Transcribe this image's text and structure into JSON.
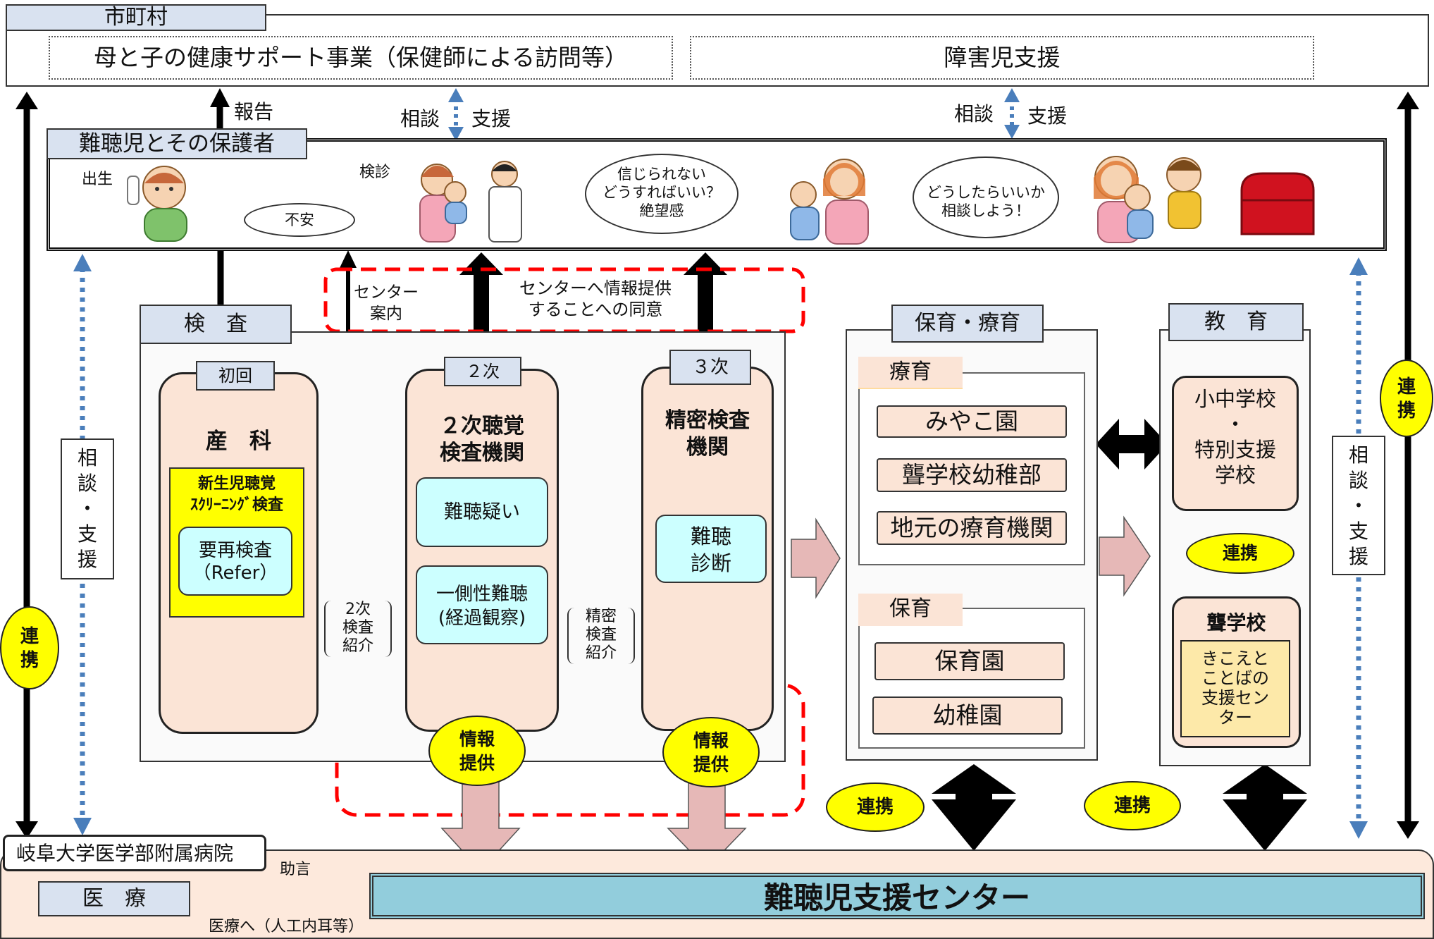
{
  "municipality": {
    "title": "市町村",
    "maternal_program": "母と子の健康サポート事業（保健師による訪問等）",
    "disabled_support": "障害児支援"
  },
  "family": {
    "title": "難聴児とその保護者",
    "birth": "出生",
    "checkup": "検診",
    "anxiety": "不安",
    "thought_disbelief": [
      "信じられない",
      "どうすればいい？",
      "絶望感"
    ],
    "thought_consult": [
      "どうしたらいいか",
      "相談しよう！"
    ]
  },
  "arrows": {
    "report": "報告",
    "consult_support_1": [
      "相談",
      "支援"
    ],
    "consult_support_2": [
      "相談",
      "支援"
    ],
    "consult_support_side": [
      "相",
      "談",
      "・",
      "支",
      "援"
    ],
    "center_guide": [
      "センター",
      "案内"
    ],
    "consent": [
      "センターへ情報提供",
      "することへの同意"
    ],
    "secondary_referral": [
      "2次",
      "検査",
      "紹介"
    ],
    "precise_referral": [
      "精密",
      "検査",
      "紹介"
    ],
    "advice": "助言",
    "to_medical": "医療へ（人工内耳等）"
  },
  "examination": {
    "title": "検　査",
    "first": {
      "tab": "初回",
      "title": "産　科",
      "screening": [
        "新生児聴覚",
        "ｽｸﾘｰﾆﾝｸﾞ検査"
      ],
      "refer": [
        "要再検査",
        "（Refer）"
      ]
    },
    "second": {
      "tab": "２次",
      "title": [
        "２次聴覚",
        "検査機関"
      ],
      "suspect": "難聴疑い",
      "unilateral": [
        "一側性難聴",
        "(経過観察)"
      ]
    },
    "third": {
      "tab": "３次",
      "title": [
        "精密検査",
        "機関"
      ],
      "diagnosis": [
        "難聴",
        "診断"
      ]
    },
    "info_provide": [
      "情報",
      "提供"
    ]
  },
  "childcare": {
    "title": "保育・療育",
    "therapy_label": "療育",
    "therapy_items": [
      "みやこ園",
      "聾学校幼稚部",
      "地元の療育機関"
    ],
    "nursery_label": "保育",
    "nursery_items": [
      "保育園",
      "幼稚園"
    ]
  },
  "education": {
    "title": "教　育",
    "school": [
      "小中学校",
      "・",
      "特別支援",
      "学校"
    ],
    "deaf_school": "聾学校",
    "support_center": [
      "きこえと",
      "ことばの",
      "支援セン",
      "ター"
    ]
  },
  "links": {
    "label": "連携",
    "side_label": [
      "連",
      "携"
    ]
  },
  "hospital": {
    "title": "岐阜大学医学部附属病院",
    "medical": "医　療",
    "center": "難聴児支援センター"
  },
  "colors": {
    "tab_fill": "#d9e2f0",
    "box_fill": "#fbe4d6",
    "cyan_fill": "#ccffff",
    "highlight": "#ffff00",
    "pink_arrow": "#e6b8b7",
    "dashed_red": "#ff0000",
    "blue_dotted": "#4a7ebb",
    "center_fill": "#92cddc"
  }
}
